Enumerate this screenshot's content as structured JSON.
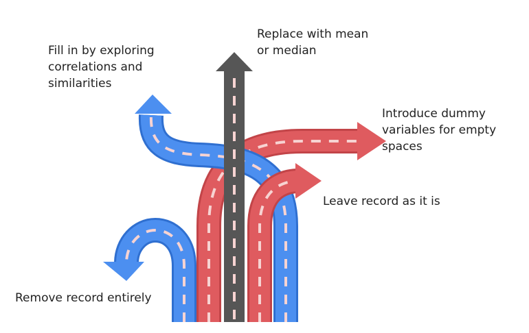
{
  "options": {
    "mean_median": "Replace with mean\nor median",
    "fill_in": "Fill in by exploring\ncorrelations and\nsimilarities",
    "dummy": "Introduce dummy\nvariables for empty\nspaces",
    "leave": "Leave record as it is",
    "remove": "Remove record entirely"
  },
  "colors": {
    "blue": "#4c8ff0",
    "blue_edge": "#2f6fd0",
    "red": "#df5b5f",
    "red_edge": "#c24448",
    "gray": "#565656",
    "gray_edge": "#3f3f3f",
    "dash": "#f7d3d2"
  }
}
